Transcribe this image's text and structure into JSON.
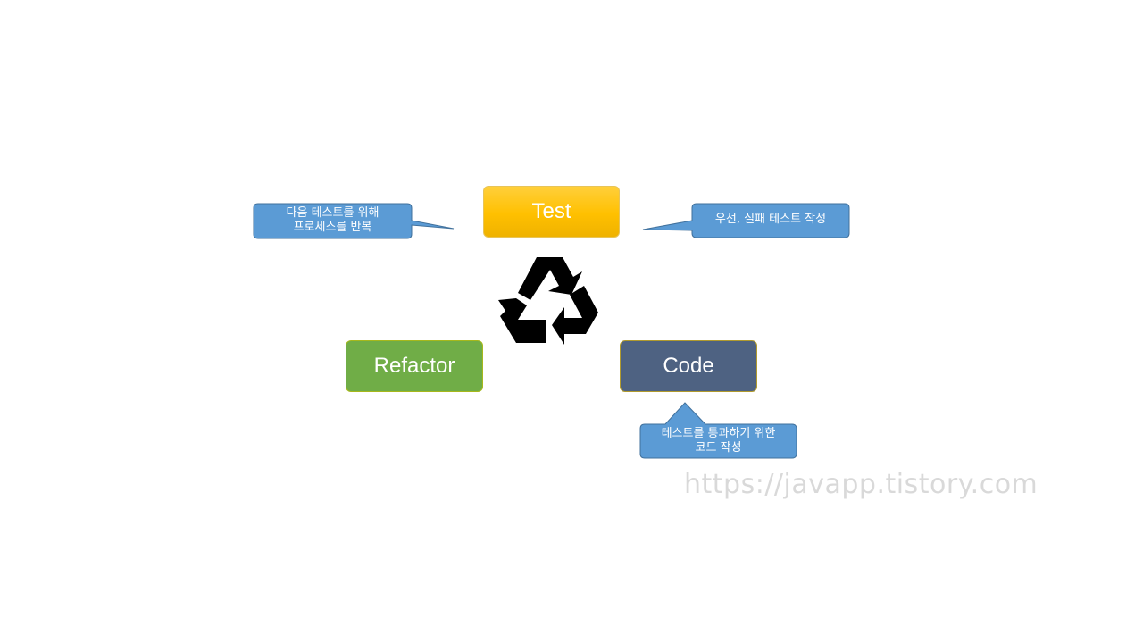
{
  "diagram": {
    "stages": {
      "test": "Test",
      "refactor": "Refactor",
      "code": "Code"
    },
    "callouts": {
      "repeat": [
        "다음 테스트를 위해",
        "프로세스를 반복"
      ],
      "fail_test": [
        "우선, 실패 테스트 작성"
      ],
      "pass_code": [
        "테스트를 통과하기 위한",
        "코드 작성"
      ]
    },
    "center_icon": "recycle-icon",
    "watermark": "https://javapp.tistory.com"
  },
  "colors": {
    "test": "#ffc000",
    "refactor": "#70ad47",
    "code": "#4e6282",
    "callout": "#5b9bd5",
    "callout_border": "#41719c",
    "icon": "#000000",
    "watermark": "#d9d9d9"
  }
}
